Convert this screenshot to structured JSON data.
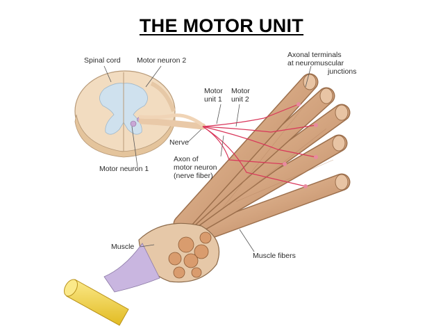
{
  "title": "THE MOTOR UNIT",
  "labels": {
    "spinal_cord": "Spinal cord",
    "motor_neuron_2": "Motor neuron 2",
    "motor_unit_1_a": "Motor",
    "motor_unit_1_b": "unit 1",
    "motor_unit_2_a": "Motor",
    "motor_unit_2_b": "unit 2",
    "axonal_1": "Axonal terminals",
    "axonal_2": "at neuromuscular",
    "axonal_3": "junctions",
    "nerve": "Nerve",
    "axon_1": "Axon of",
    "axon_2": "motor neuron",
    "axon_3": "(nerve fiber)",
    "motor_neuron_1": "Motor neuron 1",
    "muscle": "Muscle",
    "muscle_fibers": "Muscle fibers"
  },
  "colors": {
    "fiber": "#d8ad8a",
    "fiber_edge": "#9c6f4c",
    "fiber_end": "#e8c4a4",
    "nerve_line": "#d9365a",
    "spinal_outer": "#f2dcc0",
    "grey_matter": "#cfe1ee",
    "bone": "#f4d64a",
    "tendon": "#c9b6e0"
  }
}
